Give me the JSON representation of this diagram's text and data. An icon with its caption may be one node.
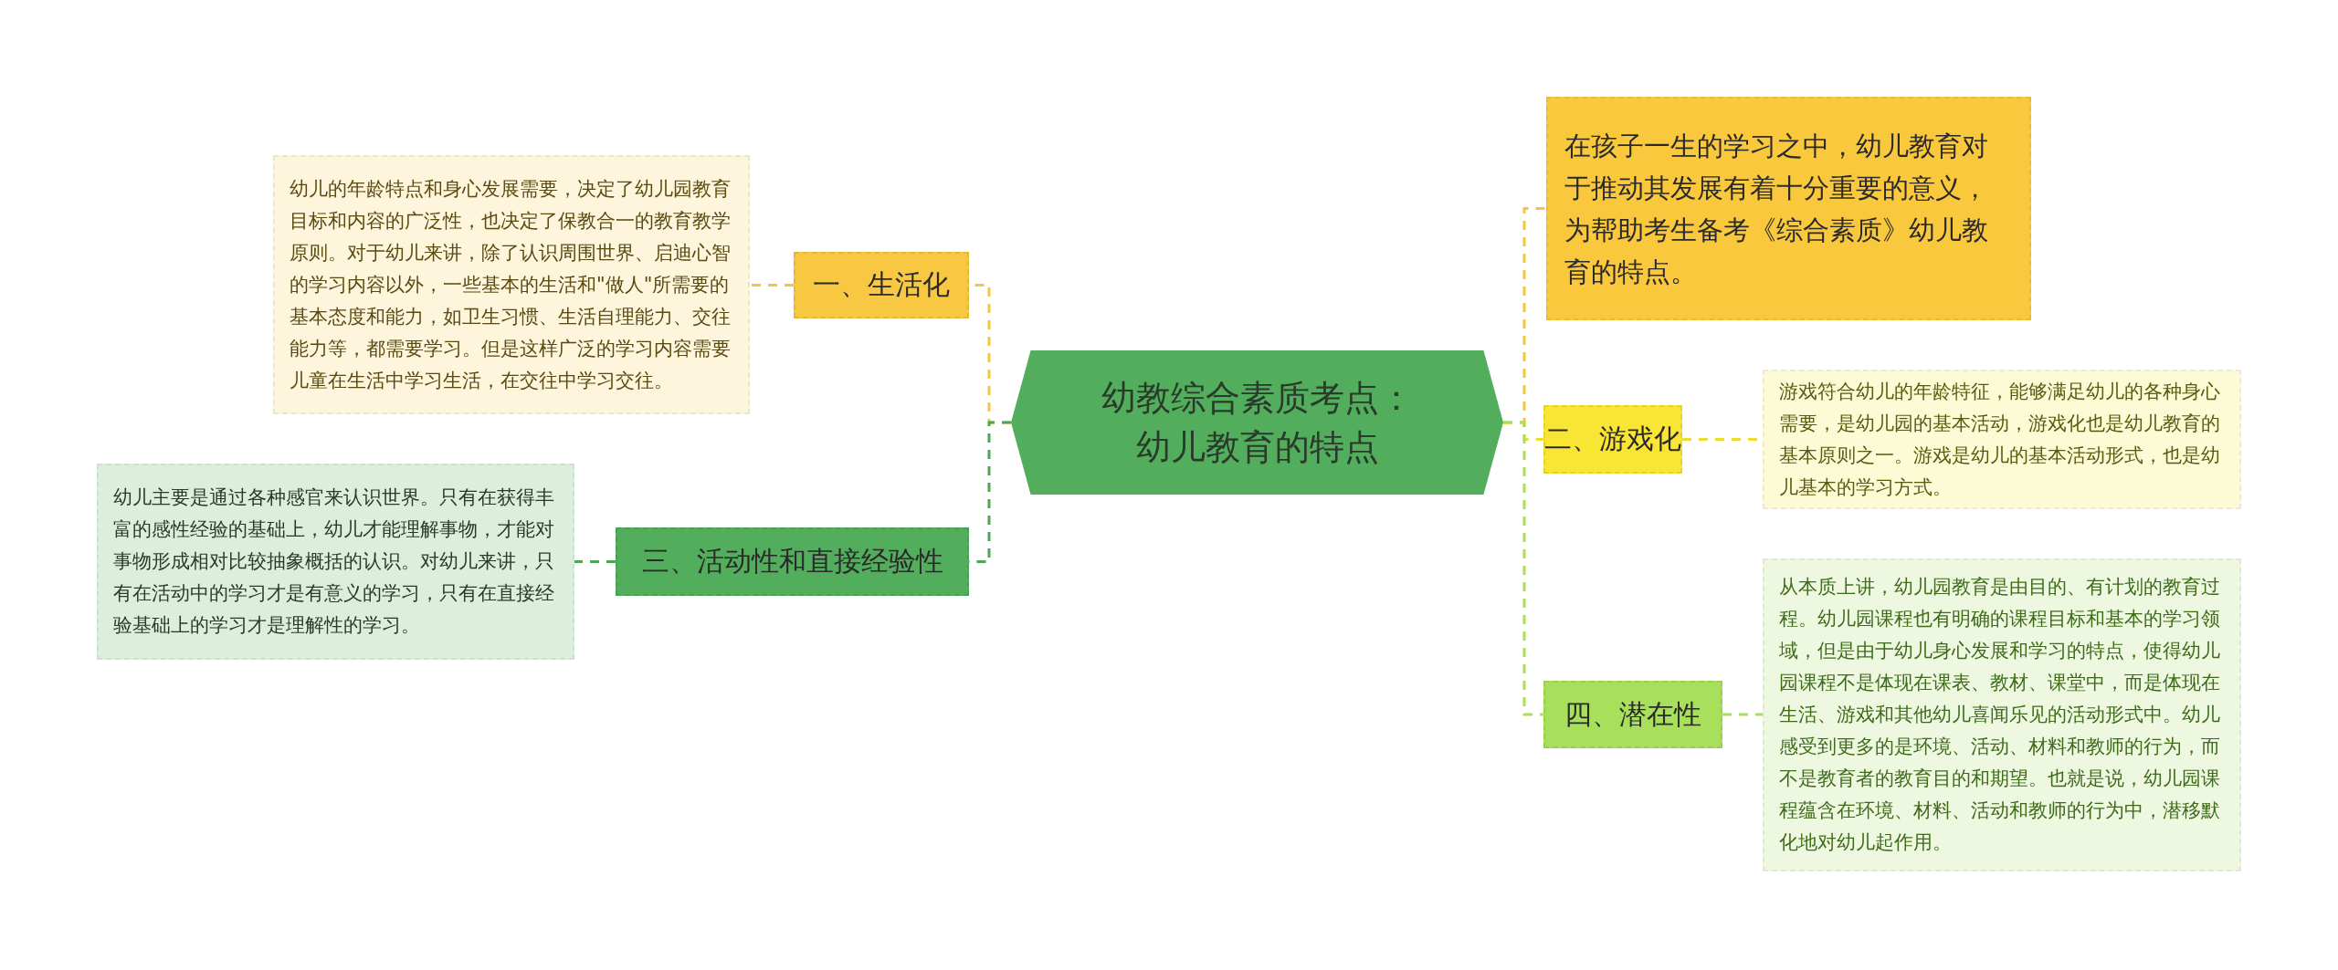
{
  "diagram": {
    "nodes": [
      {
        "text": [
          "幼教综合素质考点：幼儿教育的特点"
        ]
      },
      {
        "text": [
          "一、生活化"
        ]
      },
      {
        "text": [
          "幼儿的年龄特点和身心发展需要，决定了幼儿园教育目标和内容的广泛性，也决定了保教合一的教育教学原则。对于幼儿来讲，除了认识周围世界、启迪心智的学习内容以外，一些基本的生活和\"做人\"所需要的基本态度和能力，如卫生习惯、生活自理能力、交往能力等，都需要学习。但是这样广泛的学习内容需要儿童在生活中学习生活，在交往中学习交往。"
        ]
      },
      {
        "text": [
          "三、活动性和直接经验性"
        ]
      },
      {
        "text": [
          "幼儿主要是通过各种感官来认识世界。只有在获得丰富的感性经验的基础上，幼儿才能理解事物，才能对事物形成相对比较抽象概括的认识。对幼儿来讲，只有在活动中的学习才是有意义的学习，只有在直接经验基础上的学习才是理解性的学习。"
        ]
      },
      {
        "text": [
          "在孩子一生的学习之中，幼儿教育对于推动其发展有着十分重要的意义，为帮助考生备考《综合素质》幼儿教育的特点。"
        ]
      },
      {
        "text": [
          "二、游戏化"
        ]
      },
      {
        "text": [
          "游戏符合幼儿的年龄特征，能够满足幼儿的各种身心需要，是幼儿园的基本活动，游戏化也是幼儿教育的基本原则之一。游戏是幼儿的基本活动形式，也是幼儿基本的学习方式。"
        ]
      },
      {
        "text": [
          "四、潜在性"
        ]
      },
      {
        "text": [
          "从本质上讲，幼儿园教育是由目的、有计划的教育过程。幼儿园课程也有明确的课程目标和基本的学习领域，但是由于幼儿身心发展和学习的特点，使得幼儿园课程不是体现在课表、教材、课堂中，而是体现在生活、游戏和其他幼儿喜闻乐见的活动形式中。幼儿感受到更多的是环境、活动、材料和教师的行为，而不是教育者的教育目的和期望。也就是说，幼儿园课程蕴含在环境、材料、活动和教师的行为中，潜移默化地对幼儿起作用。"
        ]
      }
    ],
    "edges": [
      {
        "from": 0,
        "to": 1,
        "arrow": "none",
        "style": "dashed",
        "color": "#f5c542"
      },
      {
        "from": 1,
        "to": 2,
        "arrow": "none",
        "style": "dashed",
        "color": "#f5c542"
      },
      {
        "from": 0,
        "to": 3,
        "arrow": "none",
        "style": "dashed",
        "color": "#4da652"
      },
      {
        "from": 3,
        "to": 4,
        "arrow": "none",
        "style": "dashed",
        "color": "#4da652"
      },
      {
        "from": 0,
        "to": 5,
        "arrow": "none",
        "style": "dashed",
        "color": "#f5c542"
      },
      {
        "from": 0,
        "to": 6,
        "arrow": "none",
        "style": "dashed",
        "color": "#eedd30"
      },
      {
        "from": 6,
        "to": 7,
        "arrow": "none",
        "style": "dashed",
        "color": "#eedd30"
      },
      {
        "from": 0,
        "to": 8,
        "arrow": "none",
        "style": "dashed",
        "color": "#a8e05c"
      },
      {
        "from": 8,
        "to": 9,
        "arrow": "none",
        "style": "dashed",
        "color": "#a8e05c"
      }
    ]
  }
}
